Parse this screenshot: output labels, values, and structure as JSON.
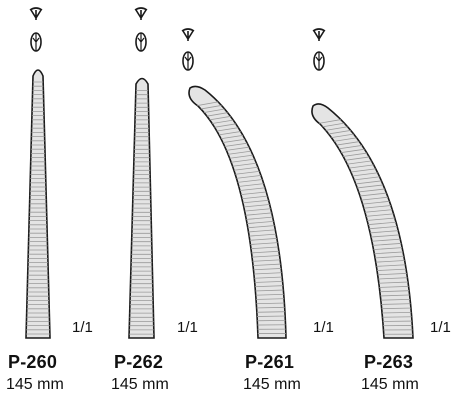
{
  "instruments": [
    {
      "code": "P-260",
      "length": "145 mm",
      "scale": "1/1",
      "tip": "straight",
      "jaw_icon": "serrated-jaw-icon"
    },
    {
      "code": "P-262",
      "length": "145 mm",
      "scale": "1/1",
      "tip": "straight",
      "jaw_icon": "serrated-jaw-icon"
    },
    {
      "code": "P-261",
      "length": "145 mm",
      "scale": "1/1",
      "tip": "curved",
      "jaw_icon": "serrated-jaw-icon"
    },
    {
      "code": "P-263",
      "length": "145 mm",
      "scale": "1/1",
      "tip": "curved",
      "jaw_icon": "serrated-jaw-icon"
    }
  ],
  "colors": {
    "jaw_fill": "#e4e4e4",
    "outline": "#1a1a1a",
    "serration": "#9a9a9a"
  }
}
